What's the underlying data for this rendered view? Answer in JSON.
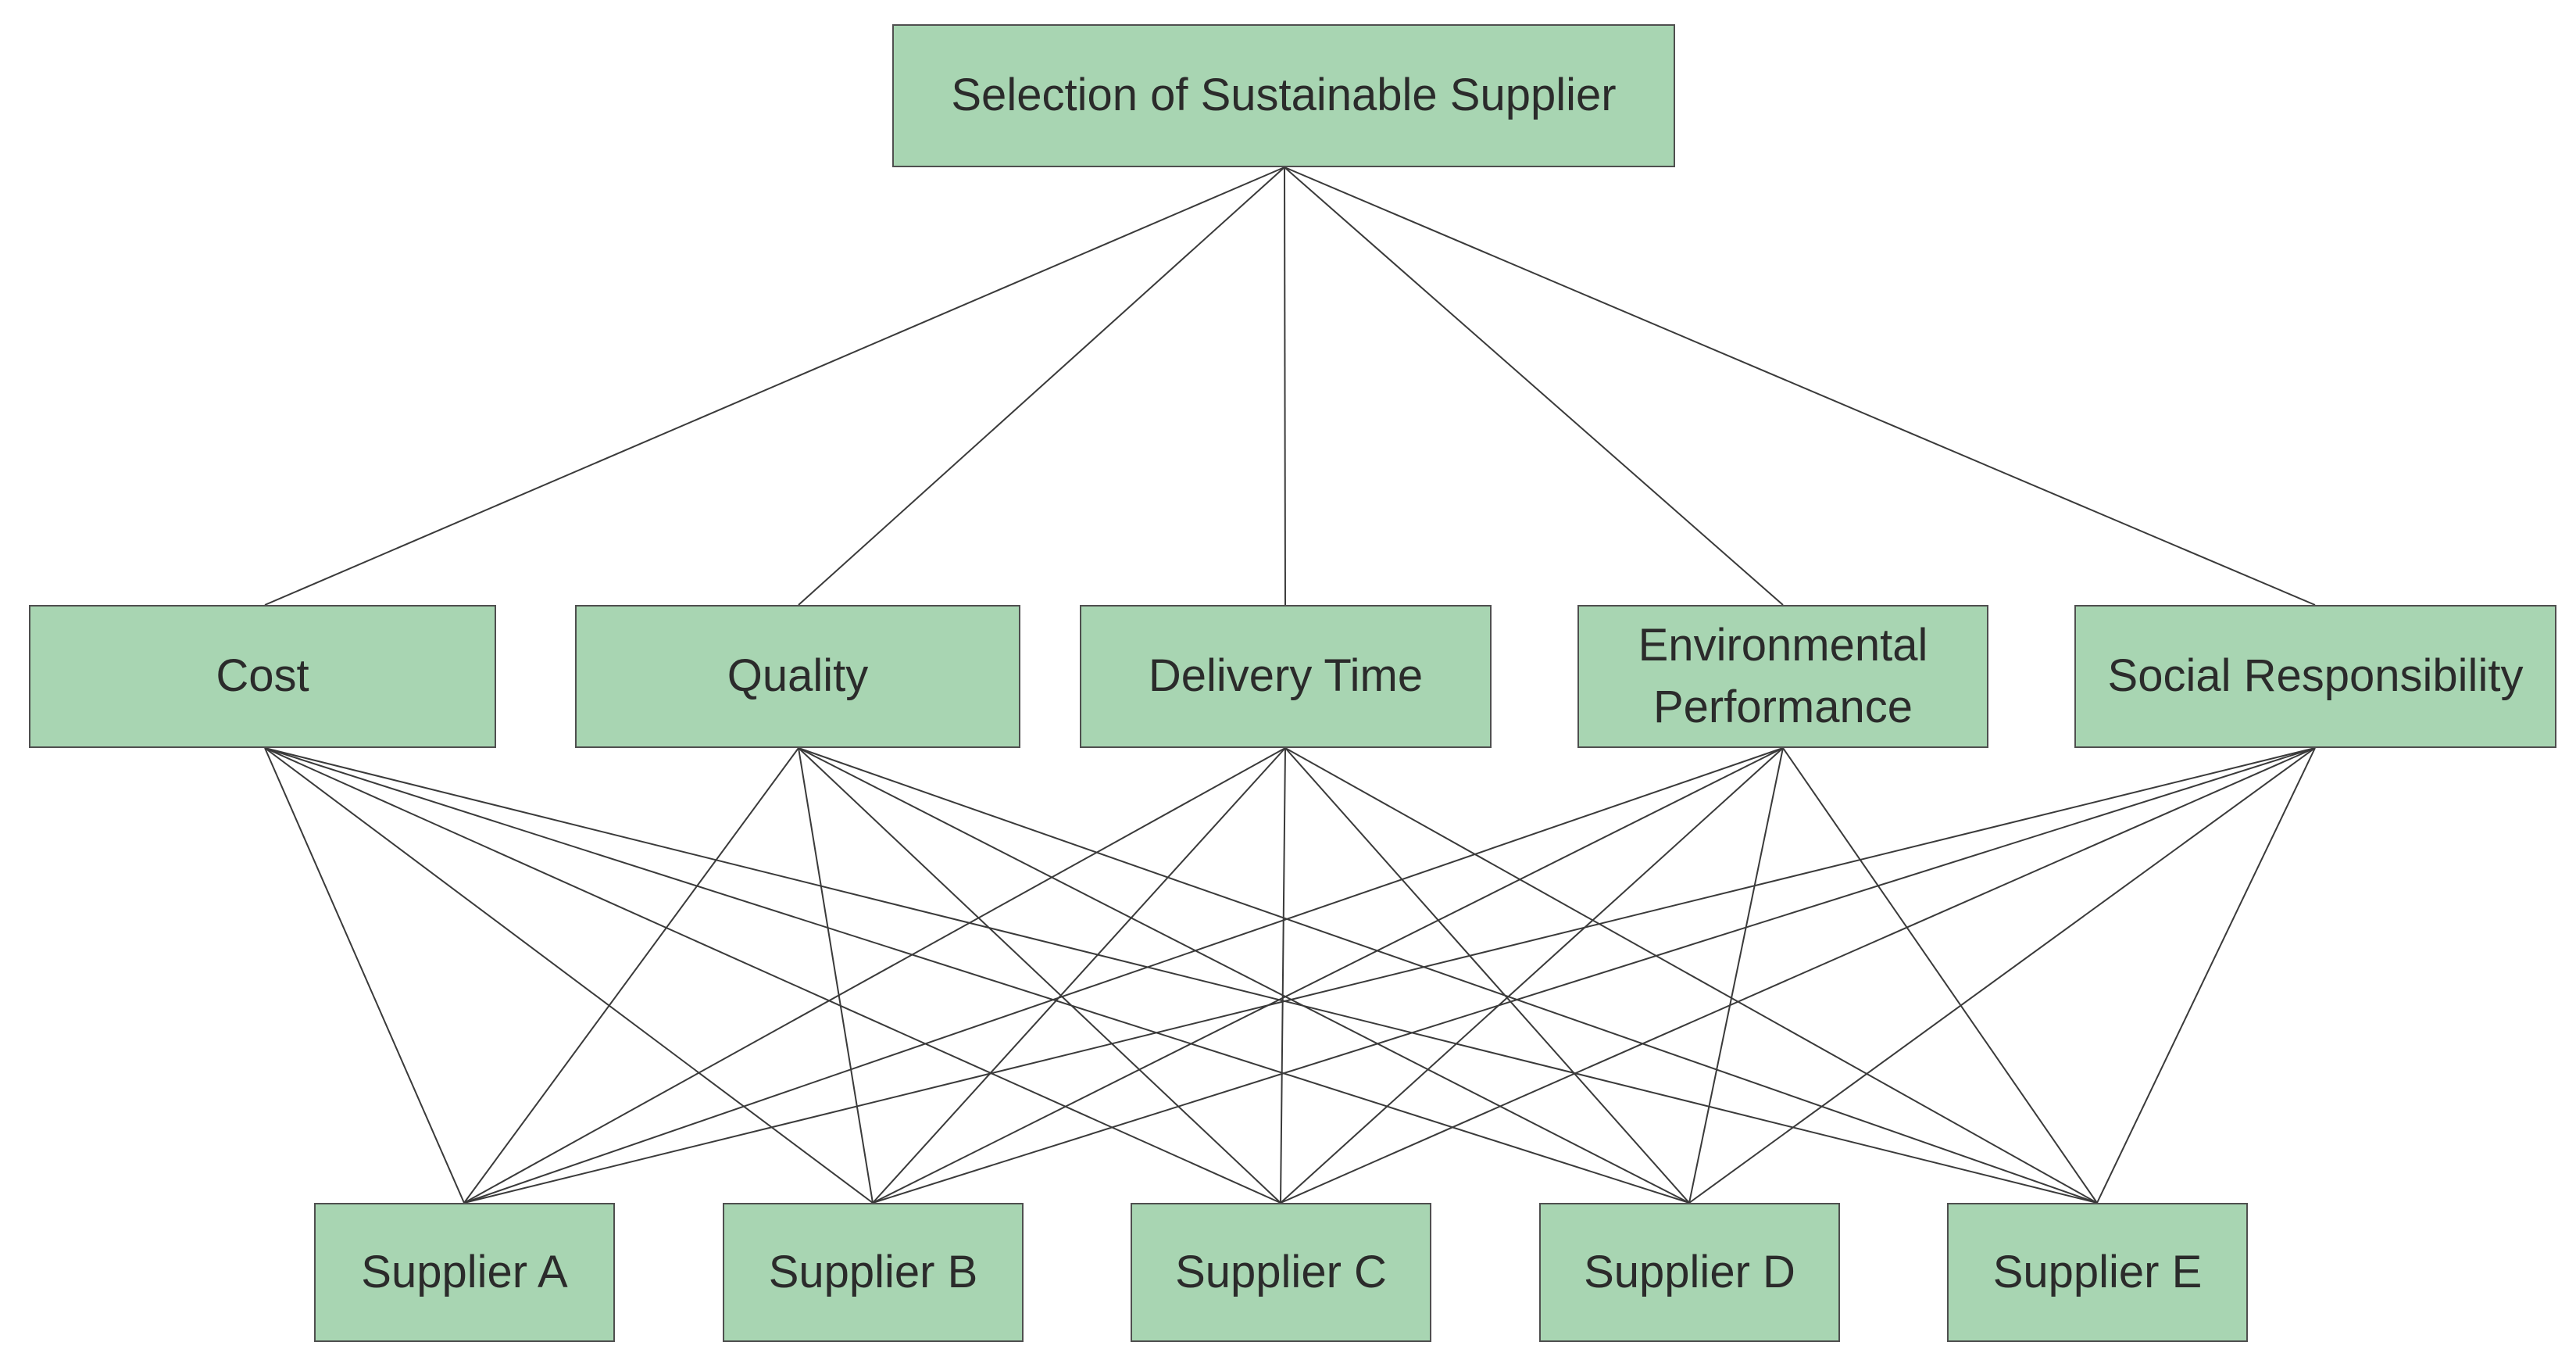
{
  "goal": {
    "label": "Selection of Sustainable Supplier"
  },
  "criteria": [
    {
      "label": "Cost"
    },
    {
      "label": "Quality"
    },
    {
      "label": "Delivery Time"
    },
    {
      "label_line1": "Environmental",
      "label_line2": "Performance"
    },
    {
      "label": "Social Responsibility"
    }
  ],
  "alternatives": [
    {
      "label": "Supplier A"
    },
    {
      "label": "Supplier B"
    },
    {
      "label": "Supplier C"
    },
    {
      "label": "Supplier D"
    },
    {
      "label": "Supplier E"
    }
  ],
  "colors": {
    "node_fill": "#a8d5b2",
    "node_border": "#4f4f4f",
    "edge": "#3a3a3a",
    "text": "#2b2b2b"
  }
}
